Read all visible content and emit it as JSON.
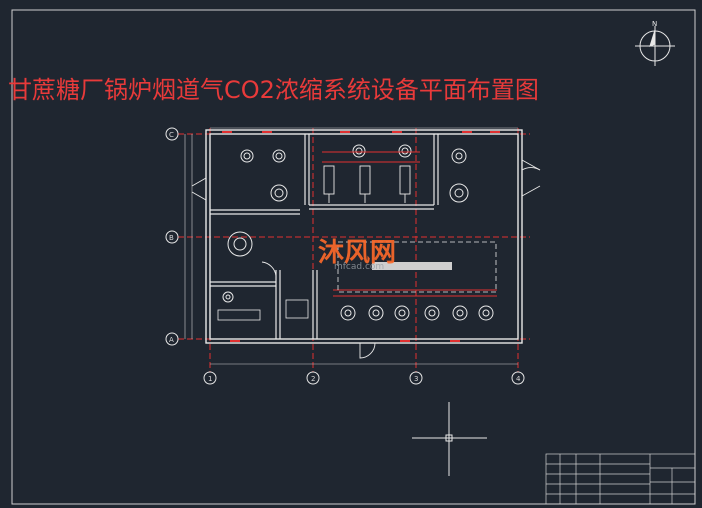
{
  "title": "甘蔗糖厂锅炉烟道气CO2浓缩系统设备平面布置图",
  "watermark": {
    "name": "沐风网",
    "url": "mfcad.com"
  },
  "grid_rows": [
    "C",
    "B",
    "A"
  ],
  "grid_cols": [
    "1",
    "2",
    "3",
    "4"
  ],
  "compass": {
    "north": "N"
  },
  "colors": {
    "background": "#1f2630",
    "walls": "#e8e8e8",
    "axis": "#e03030",
    "title": "#e83a3a"
  }
}
